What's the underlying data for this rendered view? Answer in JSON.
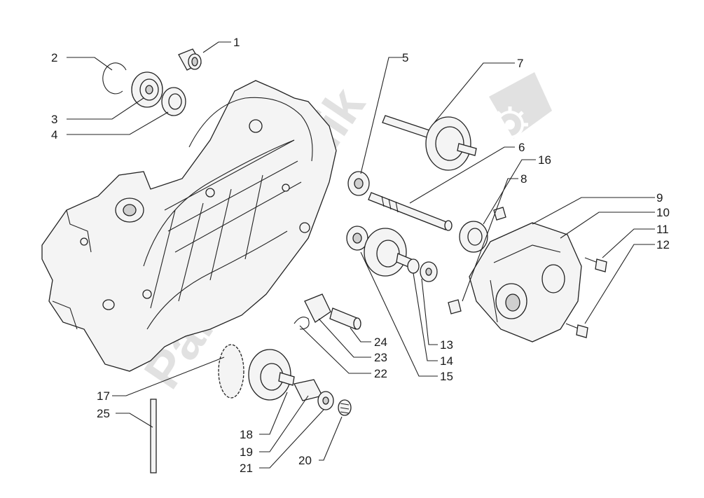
{
  "diagram": {
    "watermark": {
      "text": "PartsRepublik",
      "icon": "gear-icon"
    },
    "callouts": [
      "1",
      "2",
      "3",
      "4",
      "5",
      "6",
      "7",
      "8",
      "9",
      "10",
      "11",
      "12",
      "13",
      "14",
      "15",
      "16",
      "17",
      "18",
      "19",
      "20",
      "21",
      "22",
      "23",
      "24",
      "25"
    ]
  }
}
